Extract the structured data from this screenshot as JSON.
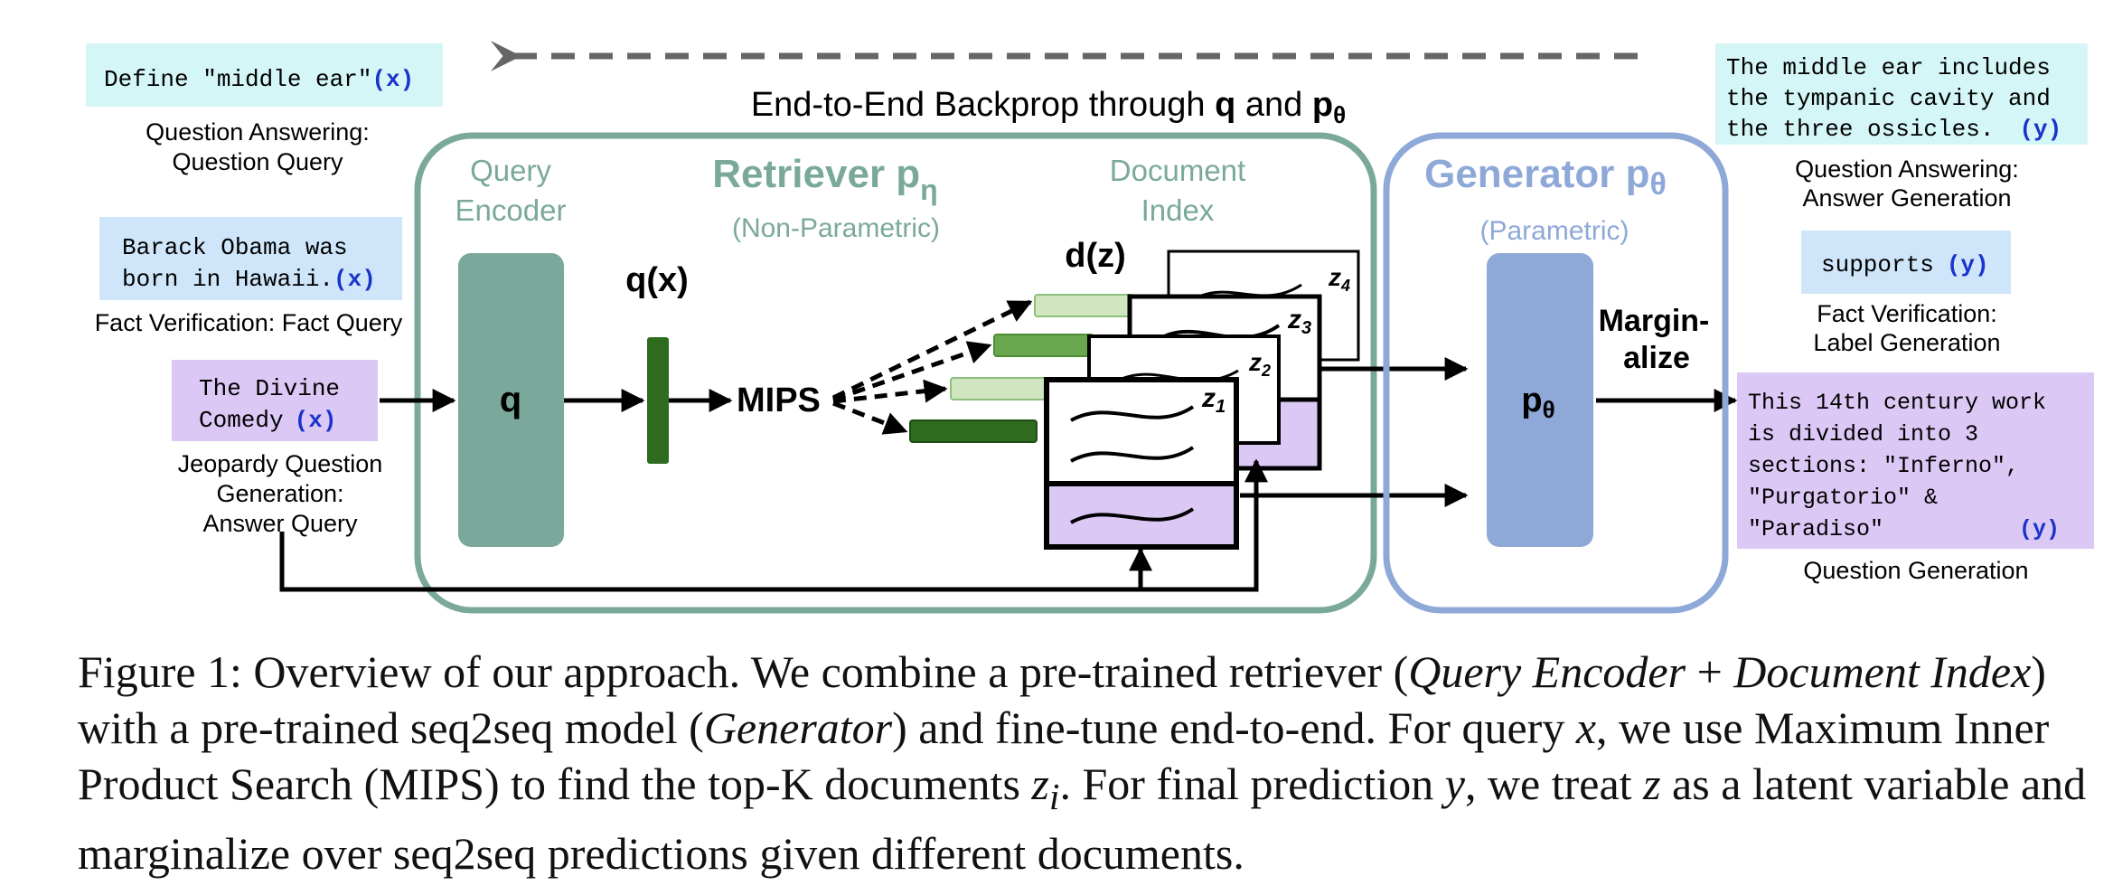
{
  "backprop": {
    "prefix": "End-to-End Backprop through ",
    "q": "q",
    "and": " and ",
    "p": "p",
    "sub": "θ"
  },
  "inputs": {
    "qa": {
      "text": "Define \"middle ear\"",
      "tag": "(x)",
      "caption_1": "Question Answering:",
      "caption_2": "Question Query"
    },
    "fv": {
      "line_1": "Barack Obama was",
      "line_2": "born in Hawaii.",
      "tag": "(x)",
      "caption": "Fact Verification: Fact Query"
    },
    "jp": {
      "line_1": "The Divine",
      "line_2": "Comedy",
      "tag": "(x)",
      "caption_1": "Jeopardy Question",
      "caption_2": "Generation:",
      "caption_3": "Answer Query"
    }
  },
  "retriever": {
    "title": "Retriever p",
    "title_sub": "η",
    "subtitle": "(Non-Parametric)",
    "query_encoder_1": "Query",
    "query_encoder_2": "Encoder",
    "encoder_symbol": "q",
    "qx_label": "q(x)",
    "mips_label": "MIPS",
    "doc_index_1": "Document",
    "doc_index_2": "Index",
    "dz_label": "d(z)",
    "docs": [
      {
        "name": "z",
        "sub": "1"
      },
      {
        "name": "z",
        "sub": "2"
      },
      {
        "name": "z",
        "sub": "3"
      },
      {
        "name": "z",
        "sub": "4"
      }
    ]
  },
  "generator": {
    "title": "Generator p",
    "title_sub": "θ",
    "subtitle": "(Parametric)",
    "symbol": "p",
    "symbol_sub": "θ",
    "marginalize_1": "Margin-",
    "marginalize_2": "alize"
  },
  "outputs": {
    "qa": {
      "line_1": "The middle ear includes",
      "line_2": "the tympanic cavity and",
      "line_3": "the three ossicles.",
      "tag": "(y)",
      "caption_1": "Question Answering:",
      "caption_2": "Answer Generation"
    },
    "fv": {
      "text": "supports",
      "tag": "(y)",
      "caption_1": "Fact Verification:",
      "caption_2": "Label Generation"
    },
    "qg": {
      "line_1": "This 14th century work",
      "line_2": "is divided into 3",
      "line_3": "sections: \"Inferno\",",
      "line_4": "\"Purgatorio\" &",
      "line_5": "\"Paradiso\"",
      "tag": "(y)",
      "caption": "Question Generation"
    }
  },
  "colors": {
    "retriever": "#7aa99c",
    "generator": "#8ea8d8",
    "dark_green": "#2e6b1f",
    "mid_green": "#6aa84f",
    "light_green": "#cfe6c0",
    "lavender": "#dcc8f5",
    "light_blue": "#cfe6fa",
    "cyan": "#d5f6f6",
    "tag_blue": "#1a33cc"
  },
  "caption": {
    "p1": "Figure 1: Overview of our approach. We combine a pre-trained retriever (",
    "i1": "Query Encoder",
    "p2": " + ",
    "i2": "Document Index",
    "p3": ") with a pre-trained seq2seq model (",
    "i3": "Generator",
    "p4": ") and fine-tune end-to-end. For query ",
    "x": "x",
    "p5": ", we use Maximum Inner Product Search (MIPS) to find the top-K documents ",
    "zi": "z",
    "zi_sub": "i",
    "p6": ". For final prediction ",
    "y": "y",
    "p7": ", we treat ",
    "z": "z",
    "p8": " as a latent variable and marginalize over seq2seq predictions given different documents."
  }
}
